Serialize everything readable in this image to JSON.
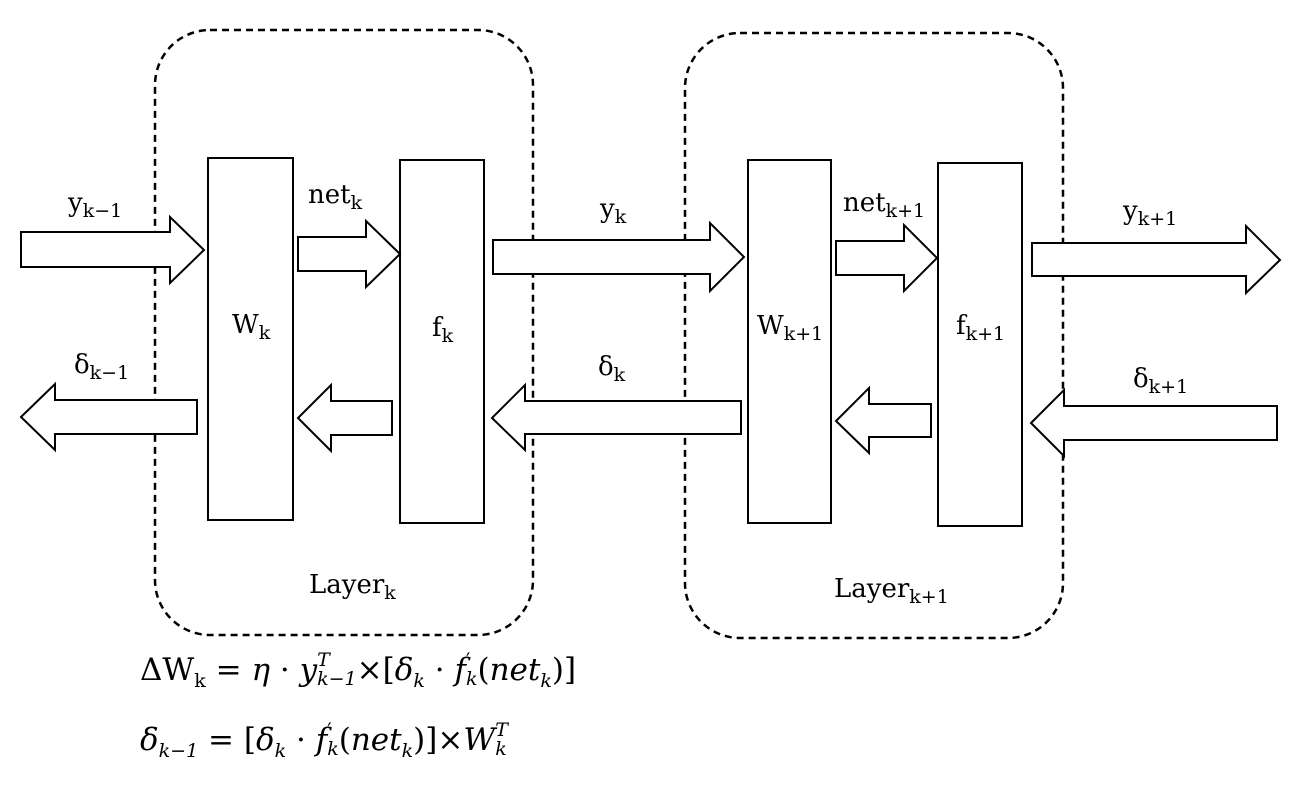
{
  "layers": [
    {
      "name": "Layer",
      "sub": "k"
    },
    {
      "name": "Layer",
      "sub": "k+1"
    }
  ],
  "blocks": {
    "w_k": {
      "main": "W",
      "sub": "k"
    },
    "f_k": {
      "main": "f",
      "sub": "k"
    },
    "w_k1": {
      "main": "W",
      "sub": "k+1"
    },
    "f_k1": {
      "main": "f",
      "sub": "k+1"
    }
  },
  "signals": {
    "y_km1": {
      "main": "y",
      "sub": "k−1"
    },
    "net_k": {
      "main": "net",
      "sub": "k"
    },
    "y_k": {
      "main": "y",
      "sub": "k"
    },
    "net_k1": {
      "main": "net",
      "sub": "k+1"
    },
    "y_k1": {
      "main": "y",
      "sub": "k+1"
    },
    "delta_km1": {
      "main": "δ",
      "sub": "k−1"
    },
    "delta_k": {
      "main": "δ",
      "sub": "k"
    },
    "delta_k1": {
      "main": "δ",
      "sub": "k+1"
    }
  },
  "equations": {
    "eq1": {
      "lhs": "ΔW",
      "lhs_sub": "k",
      "eq": " = ",
      "eta": "η",
      "dot": " · ",
      "y": "y",
      "y_sup": "T",
      "y_sub": "k−1",
      "times": "×[",
      "delta": "δ",
      "delta_sub": "k",
      "dot2": " · ",
      "f": "f",
      "f_sup": "′",
      "f_sub": "k",
      "paren_open": "(",
      "net": "net",
      "net_sub": "k",
      "close": ")]"
    },
    "eq2": {
      "lhs": "δ",
      "lhs_sub": "k−1",
      "eq": " = [",
      "delta": "δ",
      "delta_sub": "k",
      "dot": " · ",
      "f": "f",
      "f_sup": "′",
      "f_sub": "k",
      "paren_open": "(",
      "net": "net",
      "net_sub": "k",
      "close": ")]×",
      "w": "W",
      "w_sup": "T",
      "w_sub": "k"
    }
  }
}
